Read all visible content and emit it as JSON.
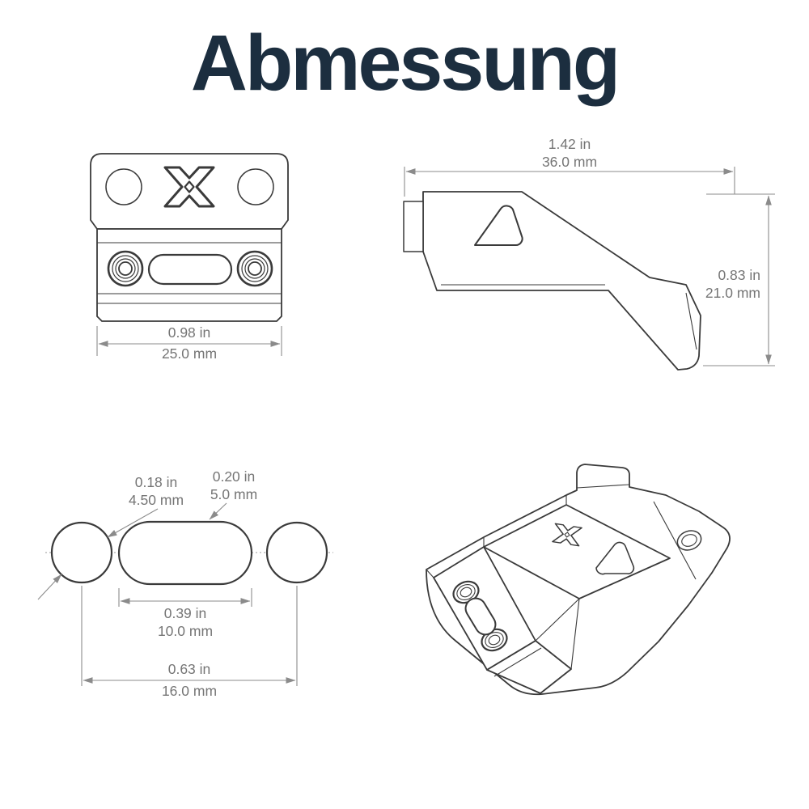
{
  "title": "Abmessung",
  "colors": {
    "title": "#1c2e3f",
    "part_line": "#3a3a3a",
    "dimension": "#7d7d7d",
    "background": "#ffffff"
  },
  "views": {
    "front": {
      "width_in": "0.98 in",
      "width_mm": "25.0 mm"
    },
    "side": {
      "width_in": "1.42 in",
      "width_mm": "36.0 mm",
      "height_in": "0.83 in",
      "height_mm": "21.0 mm"
    },
    "hole_pattern": {
      "hole_dia_in": "0.18 in",
      "hole_dia_mm": "4.50 mm",
      "slot_width_in": "0.20 in",
      "slot_width_mm": "5.0 mm",
      "slot_length_in": "0.39 in",
      "slot_length_mm": "10.0 mm",
      "hole_spacing_in": "0.63 in",
      "hole_spacing_mm": "16.0 mm"
    }
  }
}
